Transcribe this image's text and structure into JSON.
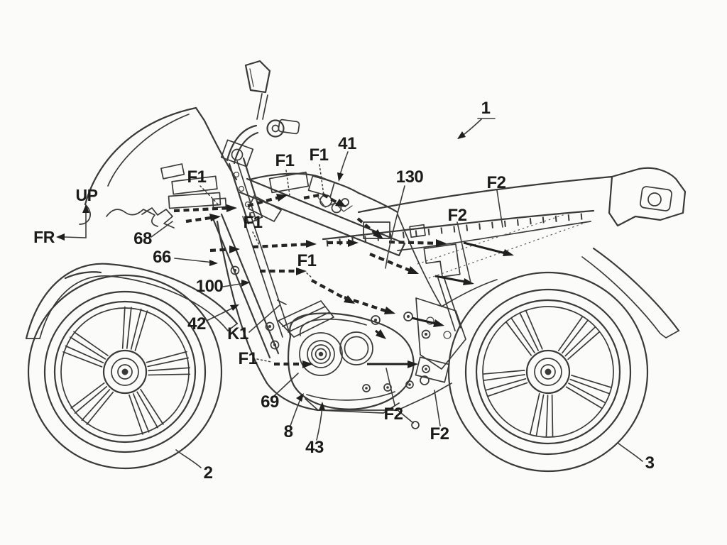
{
  "diagram": {
    "kind": "patent-style line drawing",
    "subject": "motorcycle side view with airflow paths",
    "figure_number": "1",
    "colors": {
      "background": "#fbfbf9",
      "line": "#3a3a3a",
      "text": "#1b1b1b"
    },
    "orientation_axes": {
      "vertical_label": "UP",
      "horizontal_label": "FR"
    },
    "airflow": {
      "dashed_arrow_label": "F1",
      "solid_arrow_label": "F2",
      "dashed_arrow_count": 14,
      "solid_arrow_count": 5
    },
    "labels": [
      {
        "id": "axis-up",
        "text": "UP"
      },
      {
        "id": "axis-fr",
        "text": "FR"
      },
      {
        "id": "fig-1",
        "text": "1"
      },
      {
        "id": "f1-a",
        "text": "F1"
      },
      {
        "id": "f1-b",
        "text": "F1"
      },
      {
        "id": "f1-c",
        "text": "F1"
      },
      {
        "id": "f1-d",
        "text": "F1"
      },
      {
        "id": "f1-e",
        "text": "F1"
      },
      {
        "id": "f1-f",
        "text": "F1"
      },
      {
        "id": "f2-a",
        "text": "F2"
      },
      {
        "id": "f2-b",
        "text": "F2"
      },
      {
        "id": "f2-c",
        "text": "F2"
      },
      {
        "id": "f2-d",
        "text": "F2"
      },
      {
        "id": "ref-41",
        "text": "41"
      },
      {
        "id": "ref-130",
        "text": "130"
      },
      {
        "id": "ref-68",
        "text": "68"
      },
      {
        "id": "ref-66",
        "text": "66"
      },
      {
        "id": "ref-100",
        "text": "100"
      },
      {
        "id": "ref-42",
        "text": "42"
      },
      {
        "id": "ref-K1",
        "text": "K1"
      },
      {
        "id": "ref-69",
        "text": "69"
      },
      {
        "id": "ref-8",
        "text": "8"
      },
      {
        "id": "ref-43",
        "text": "43"
      },
      {
        "id": "ref-2",
        "text": "2"
      },
      {
        "id": "ref-3",
        "text": "3"
      }
    ]
  }
}
